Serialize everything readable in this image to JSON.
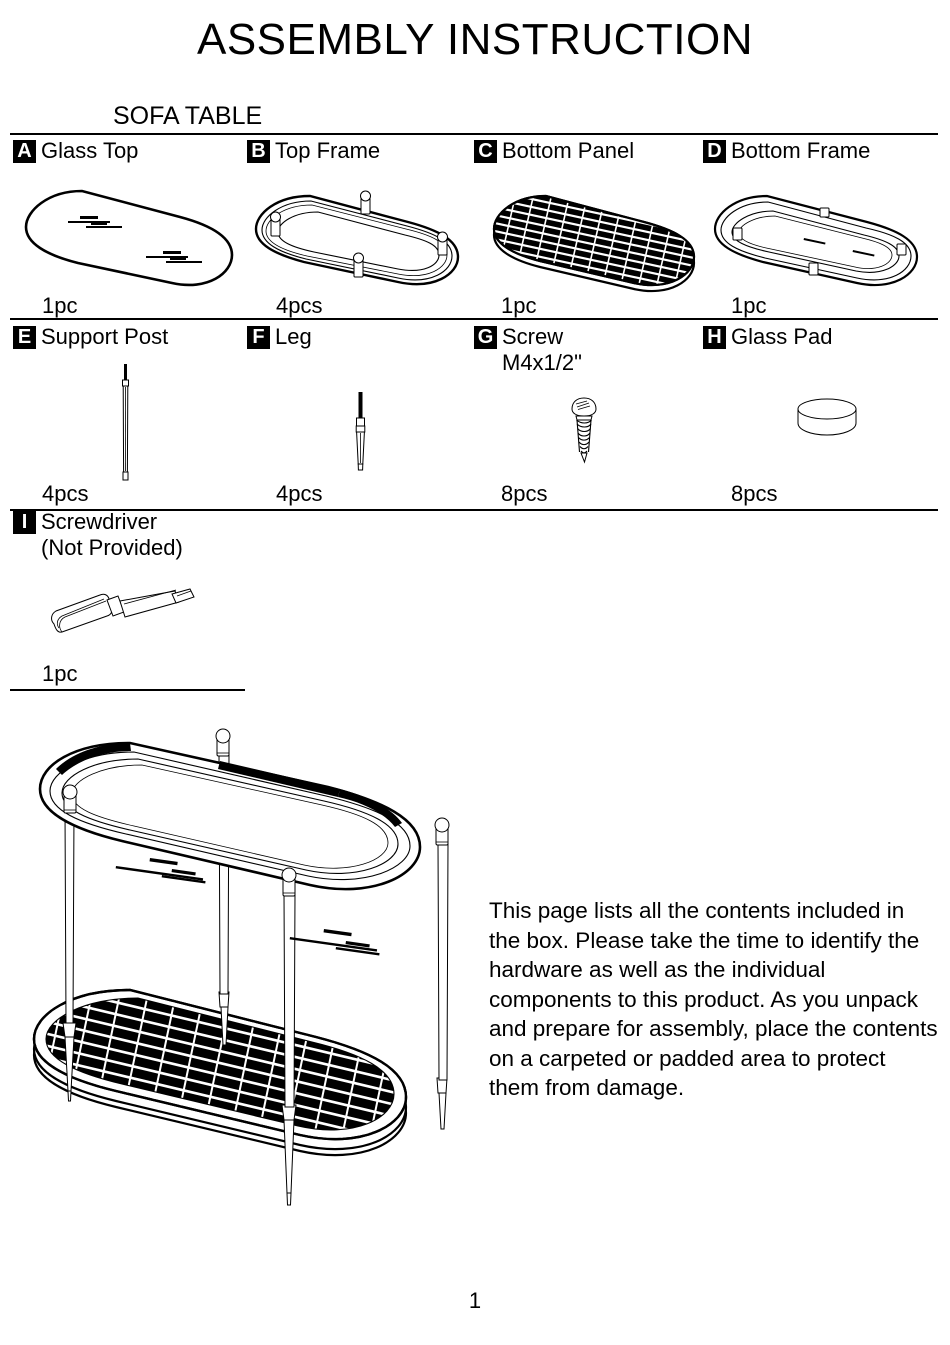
{
  "document": {
    "title": "ASSEMBLY INSTRUCTION",
    "subtitle": "SOFA TABLE",
    "page_number": "1"
  },
  "parts": [
    {
      "badge": "A",
      "name": "Glass Top",
      "sub": "",
      "qty": "1pc",
      "icon": "glass-top-oval-icon"
    },
    {
      "badge": "B",
      "name": "Top Frame",
      "sub": "",
      "qty": "4pcs",
      "icon": "top-frame-oval-icon"
    },
    {
      "badge": "C",
      "name": "Bottom Panel",
      "sub": "",
      "qty": "1pc",
      "icon": "bottom-panel-mesh-icon"
    },
    {
      "badge": "D",
      "name": "Bottom Frame",
      "sub": "",
      "qty": "1pc",
      "icon": "bottom-frame-oval-icon"
    },
    {
      "badge": "E",
      "name": "Support Post",
      "sub": "",
      "qty": "4pcs",
      "icon": "support-post-icon"
    },
    {
      "badge": "F",
      "name": "Leg",
      "sub": "",
      "qty": "4pcs",
      "icon": "leg-icon"
    },
    {
      "badge": "G",
      "name": "Screw",
      "sub": "M4x1/2\"",
      "qty": "8pcs",
      "icon": "screw-icon"
    },
    {
      "badge": "H",
      "name": "Glass Pad",
      "sub": "",
      "qty": "8pcs",
      "icon": "glass-pad-icon"
    },
    {
      "badge": "I",
      "name": "Screwdriver",
      "sub": "(Not Provided)",
      "qty": "1pc",
      "icon": "screwdriver-icon"
    }
  ],
  "intro": {
    "paragraph": "This page lists all the contents included in the box. Please take the time to identify the hardware as well as the individual components to this product. As you unpack and prepare for assembly, place the contents on a carpeted or padded area to protect them from damage."
  },
  "assembled_product": {
    "illustration": "assembled-sofa-table-illustration"
  },
  "colors": {
    "ink": "#000000",
    "paper": "#ffffff"
  }
}
